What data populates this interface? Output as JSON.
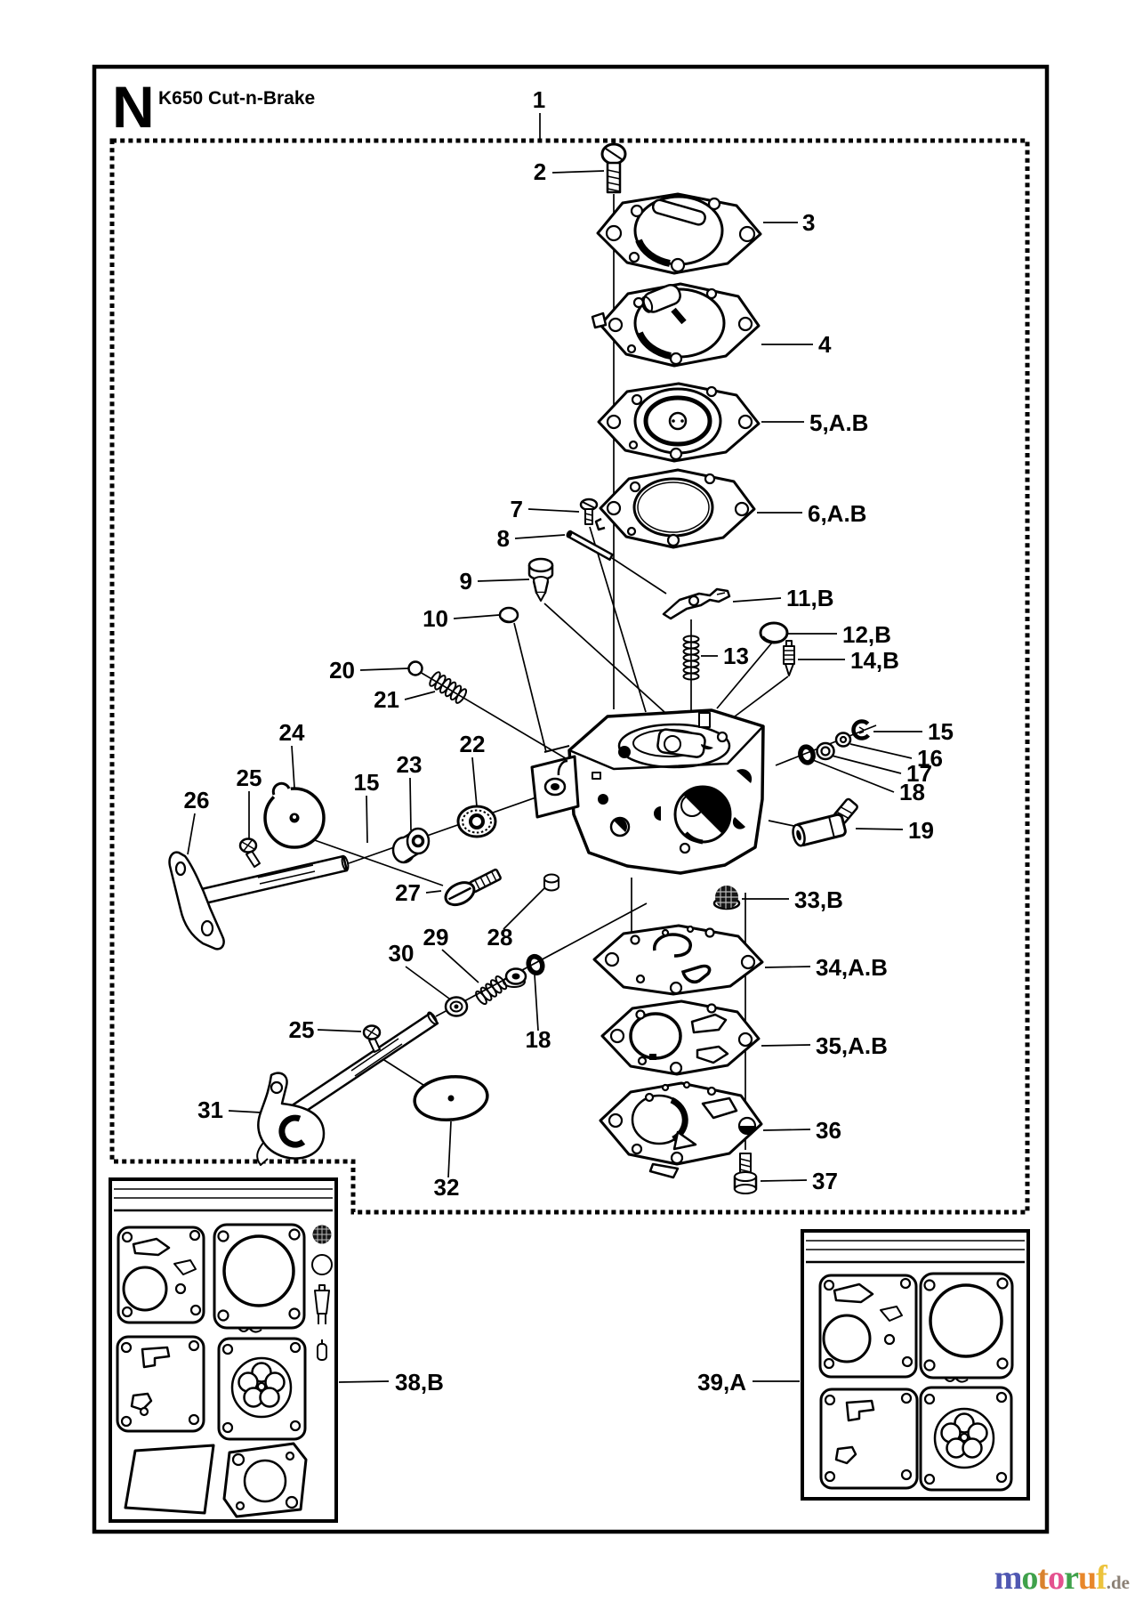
{
  "header": {
    "section_letter": "N",
    "model_title": "K650 Cut-n-Brake"
  },
  "callouts": {
    "c1": "1",
    "c2": "2",
    "c3": "3",
    "c4": "4",
    "c5": "5,A.B",
    "c6": "6,A.B",
    "c7": "7",
    "c8": "8",
    "c9": "9",
    "c10": "10",
    "c11": "11,B",
    "c12": "12,B",
    "c13": "13",
    "c14": "14,B",
    "c15r": "15",
    "c15l": "15",
    "c16": "16",
    "c17": "17",
    "c18r": "18",
    "c18b": "18",
    "c19": "19",
    "c20": "20",
    "c21": "21",
    "c22": "22",
    "c23": "23",
    "c24": "24",
    "c25a": "25",
    "c25b": "25",
    "c26": "26",
    "c27": "27",
    "c28": "28",
    "c29": "29",
    "c30": "30",
    "c31": "31",
    "c32": "32",
    "c33": "33,B",
    "c34": "34,A.B",
    "c35": "35,A.B",
    "c36": "36",
    "c37": "37",
    "c38": "38,B",
    "c39": "39,A"
  },
  "logo": {
    "letters": [
      {
        "ch": "m",
        "color": "#5058b2"
      },
      {
        "ch": "o",
        "color": "#3fa14b"
      },
      {
        "ch": "t",
        "color": "#d9822e"
      },
      {
        "ch": "o",
        "color": "#e4518f"
      },
      {
        "ch": "r",
        "color": "#3fa14b"
      },
      {
        "ch": "u",
        "color": "#e8872b"
      },
      {
        "ch": "f",
        "color": "#ecc33c"
      }
    ],
    "suffix": ".de",
    "suffix_color": "#8b8075"
  }
}
